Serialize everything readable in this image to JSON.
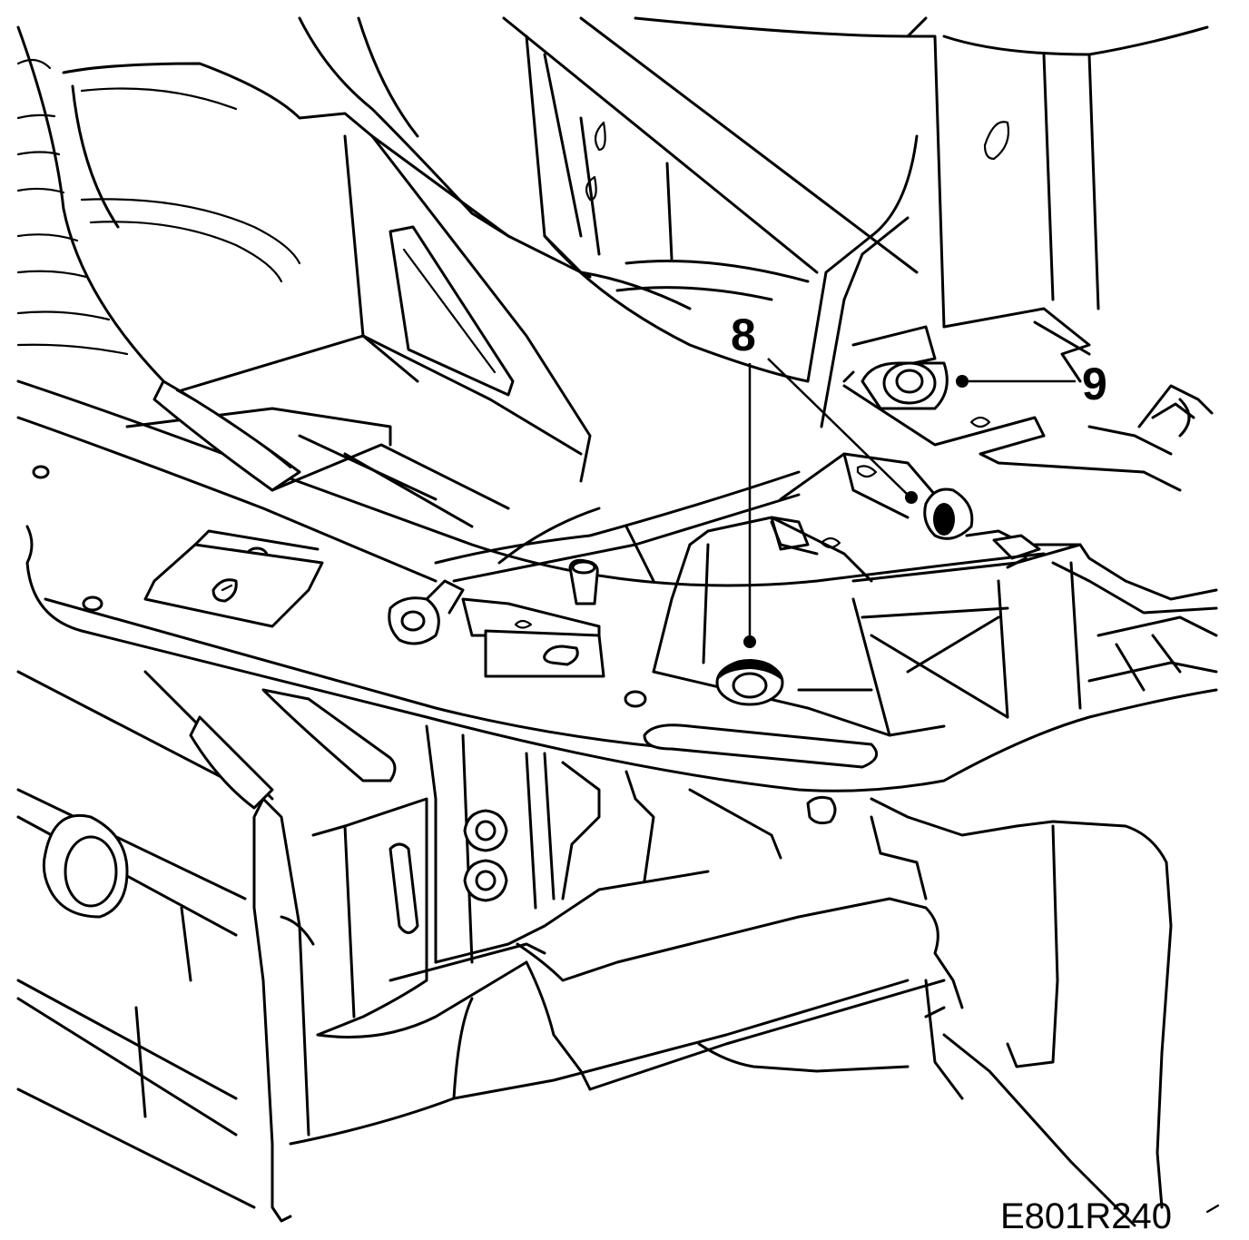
{
  "callouts": [
    {
      "id": "8",
      "label": "8"
    },
    {
      "id": "9",
      "label": "9"
    }
  ],
  "figure_id": "E801R240"
}
